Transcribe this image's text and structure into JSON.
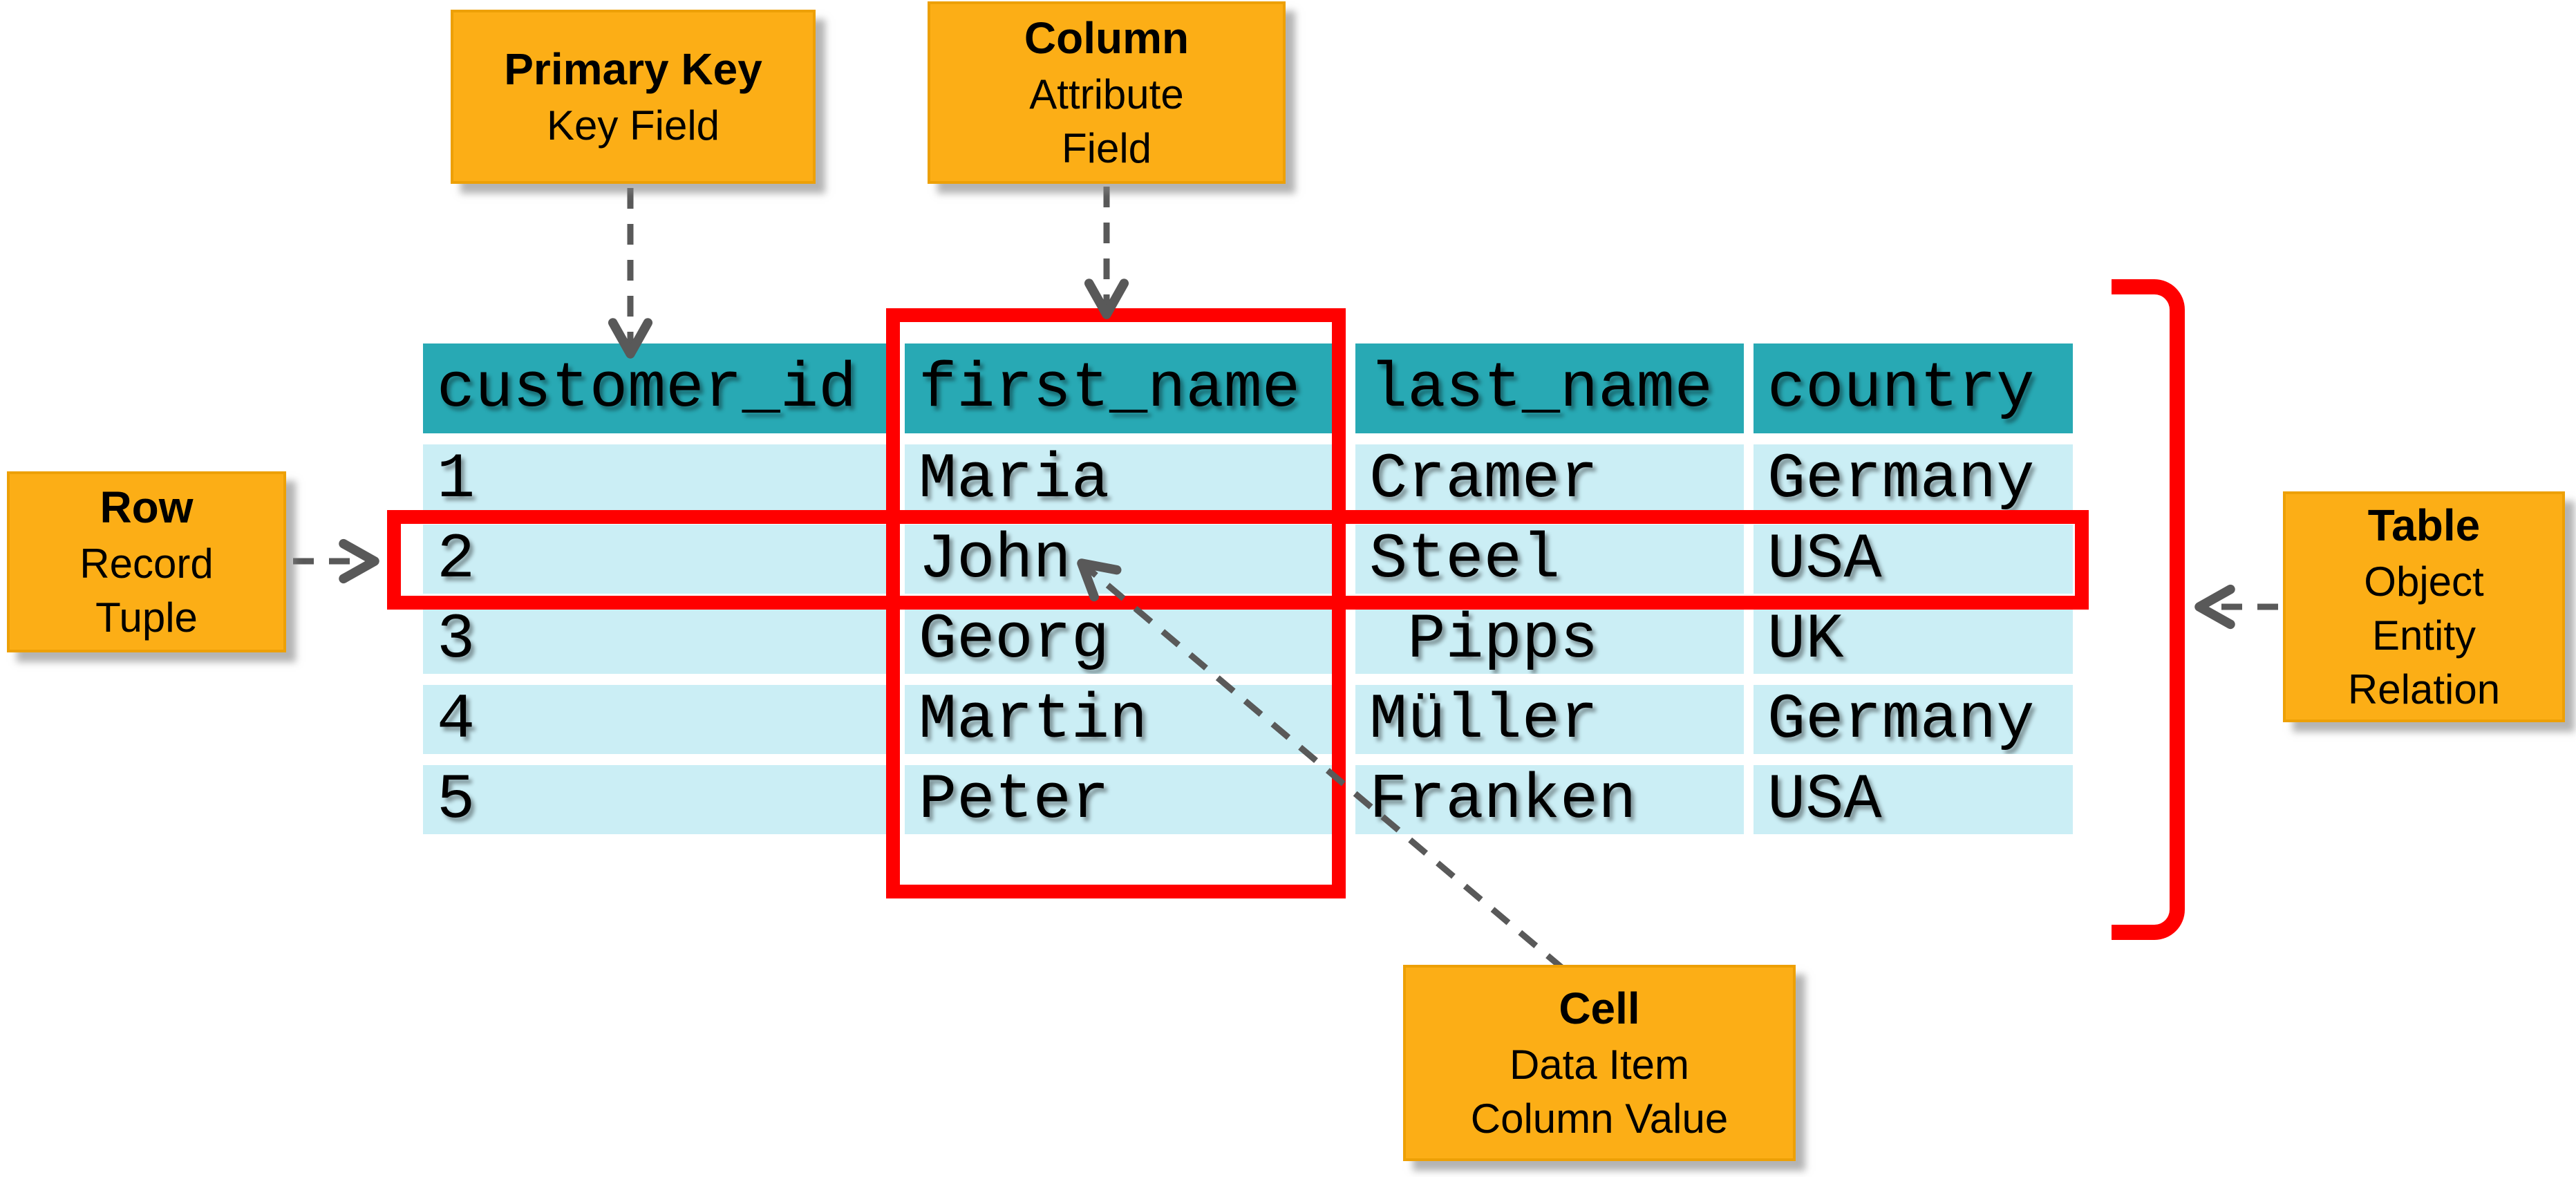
{
  "diagram": {
    "labels": {
      "primary_key": {
        "title": "Primary Key",
        "line1": "Key Field"
      },
      "column": {
        "title": "Column",
        "line1": "Attribute",
        "line2": "Field"
      },
      "row": {
        "title": "Row",
        "line1": "Record",
        "line2": "Tuple"
      },
      "table": {
        "title": "Table",
        "line1": "Object",
        "line2": "Entity",
        "line3": "Relation"
      },
      "cell": {
        "title": "Cell",
        "line1": "Data Item",
        "line2": "Column Value"
      }
    },
    "table": {
      "headers": [
        "customer_id",
        "first_name",
        "last_name",
        "country"
      ],
      "rows": [
        [
          "1",
          "Maria",
          "Cramer",
          "Germany"
        ],
        [
          "2",
          "John",
          "Steel",
          "USA"
        ],
        [
          "3",
          "Georg",
          " Pipps",
          "UK"
        ],
        [
          "4",
          "Martin",
          "Müller",
          "Germany"
        ],
        [
          "5",
          "Peter",
          "Franken",
          "USA"
        ]
      ]
    },
    "colors": {
      "header_bg": "#28A9B4",
      "row_bg": "#CBEEF5",
      "label_bg": "#FCAE16",
      "label_border": "#EDA006",
      "highlight": "#FF0000",
      "arrow": "#595959"
    }
  }
}
